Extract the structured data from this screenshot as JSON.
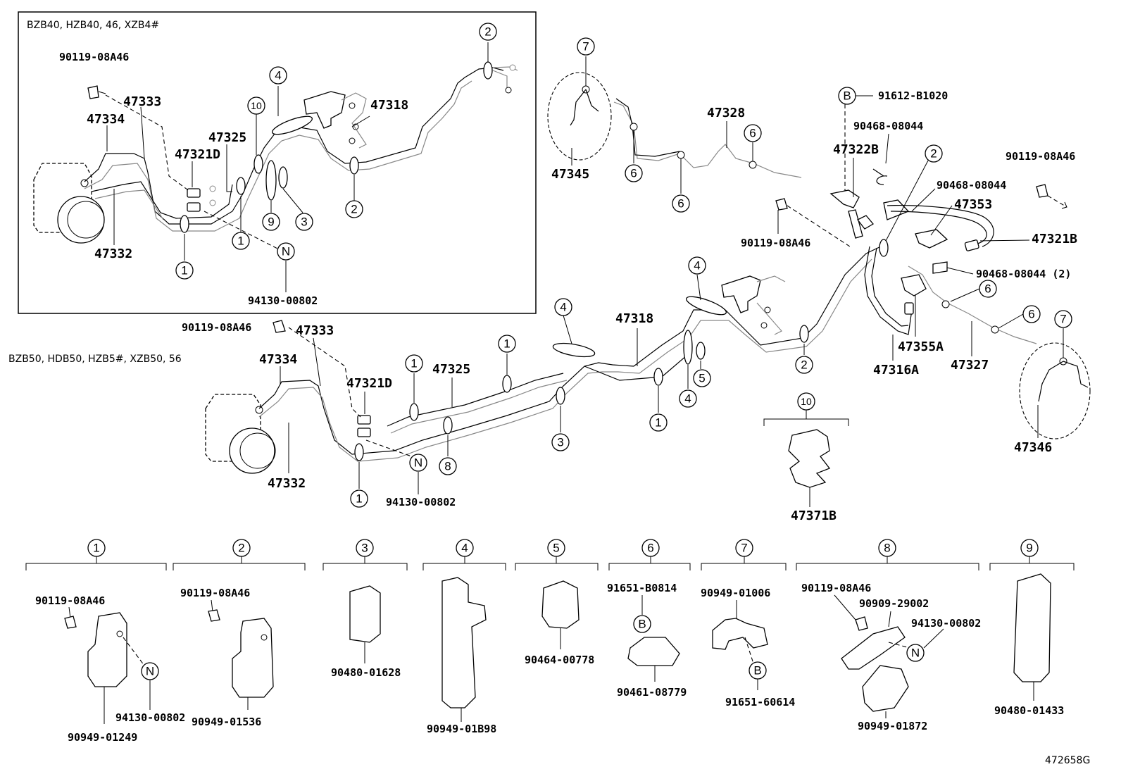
{
  "variants": {
    "top": "BZB40, HZB40, 46, XZB4#",
    "bottom": "BZB50, HDB50, HZB5#, XZB50, 56"
  },
  "parts": {
    "p90119": "90119-08A46",
    "p47333": "47333",
    "p47334": "47334",
    "p47332": "47332",
    "p47325": "47325",
    "p47321D": "47321D",
    "p47318": "47318",
    "p94130": "94130-00802",
    "p47345": "47345",
    "p47328": "47328",
    "p47346": "47346",
    "p91612": "91612-B1020",
    "p90468": "90468-08044",
    "p90468x2": "90468-08044 (2)",
    "p47322B": "47322B",
    "p47353": "47353",
    "p47321B": "47321B",
    "p47355A": "47355A",
    "p47316A": "47316A",
    "p47327": "47327",
    "p47371B": "47371B",
    "p90949_01249": "90949-01249",
    "p90949_01536": "90949-01536",
    "p90480_01628": "90480-01628",
    "p90949_01B98": "90949-01B98",
    "p90464_00778": "90464-00778",
    "p91651_B0814": "91651-B0814",
    "p90461_08779": "90461-08779",
    "p90949_01006": "90949-01006",
    "p91651_60614": "91651-60614",
    "p90909_29002": "90909-29002",
    "p90949_01872": "90949-01872",
    "p90480_01433": "90480-01433"
  },
  "callouts": {
    "c1": "1",
    "c2": "2",
    "c3": "3",
    "c4": "4",
    "c5": "5",
    "c6": "6",
    "c7": "7",
    "c8": "8",
    "c9": "9",
    "c10": "10",
    "cN": "N",
    "cB": "B"
  },
  "figure_id": "472658G"
}
